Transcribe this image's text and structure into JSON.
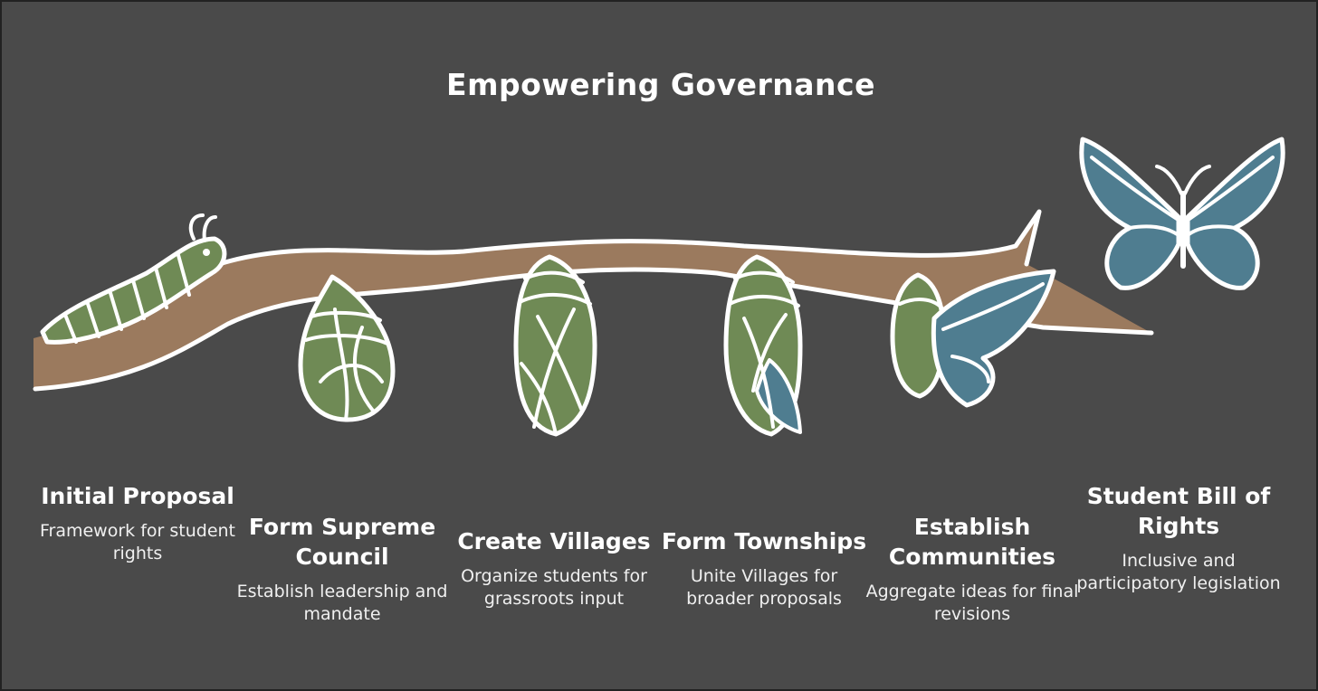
{
  "title": "Empowering Governance",
  "colors": {
    "background": "#4a4a4a",
    "branch": "#9b7a5e",
    "green": "#6f8a55",
    "blue": "#4f7d90",
    "outline": "#ffffff"
  },
  "steps": [
    {
      "title": "Initial Proposal",
      "description": "Framework for student rights",
      "icon": "caterpillar-icon"
    },
    {
      "title": "Form Supreme Council",
      "description": "Establish leadership and mandate",
      "icon": "cocoon-icon"
    },
    {
      "title": "Create Villages",
      "description": "Organize students for grassroots input",
      "icon": "chrysalis-icon"
    },
    {
      "title": "Form Townships",
      "description": "Unite Villages for broader proposals",
      "icon": "chrysalis-wing-icon"
    },
    {
      "title": "Establish Communities",
      "description": "Aggregate ideas for final revisions",
      "icon": "emerging-butterfly-icon"
    },
    {
      "title": "Student Bill of Rights",
      "description": "Inclusive and participatory legislation",
      "icon": "butterfly-icon"
    }
  ]
}
